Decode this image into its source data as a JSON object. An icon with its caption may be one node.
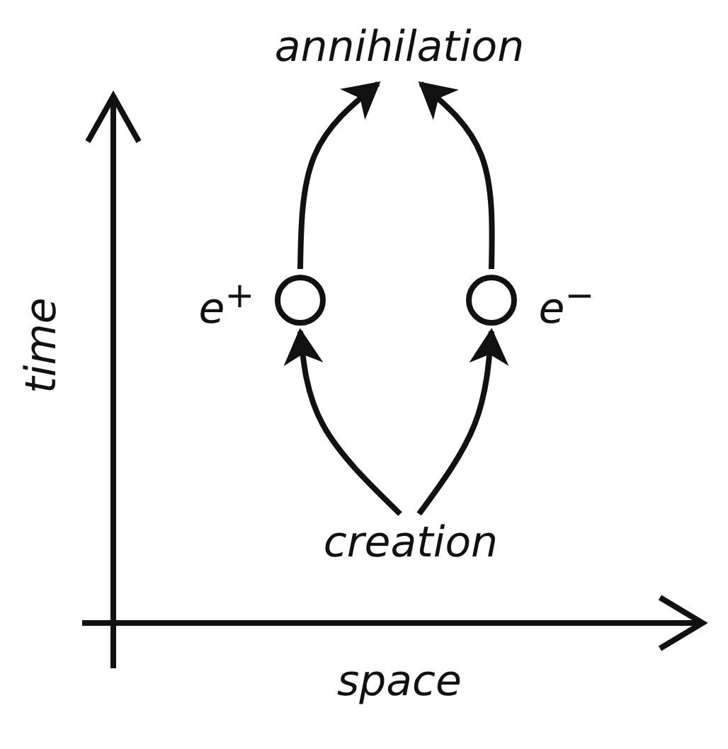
{
  "diagram": {
    "nodes": [
      {
        "text": [
          "annihilation"
        ]
      },
      {
        "text": [],
        "shape": "circle",
        "beside": [
          "e$^{+}$"
        ]
      },
      {
        "text": [],
        "shape": "circle",
        "beside": [
          "e$^{−}$"
        ]
      },
      {
        "text": [
          "creation"
        ]
      }
    ],
    "edges": [
      {
        "from": 3,
        "to": 1,
        "arrow": "to"
      },
      {
        "from": 3,
        "to": 2,
        "arrow": "to"
      },
      {
        "from": 1,
        "to": 0,
        "arrow": "to"
      },
      {
        "from": 2,
        "to": 0,
        "arrow": "to"
      }
    ],
    "labels": [
      "time",
      "space"
    ]
  }
}
